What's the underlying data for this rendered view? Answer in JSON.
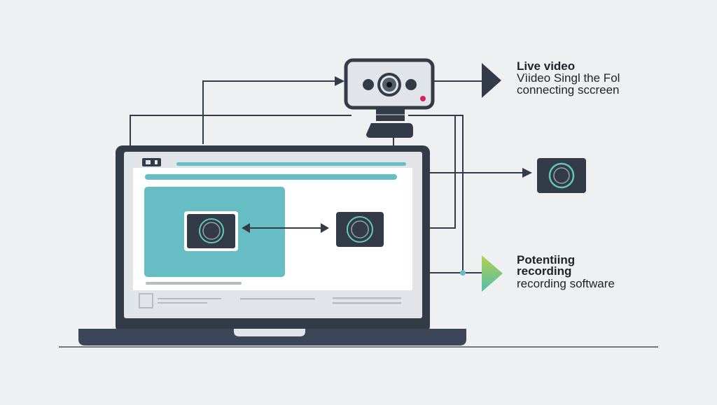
{
  "colors": {
    "dark": "#333a48",
    "teal": "#67bdc4",
    "screen": "#e1e4e9",
    "recording_dot": "#d6245a",
    "ring": "#5fcbb2"
  },
  "icons": [
    "webcam-icon",
    "laptop-icon",
    "camera-icon",
    "arrow-icon"
  ],
  "live_video": {
    "title": "Live video",
    "line1": "Vìideo Singl the Fol",
    "line2": "connecting sccreen"
  },
  "recording": {
    "title_line1": "Potentiing",
    "title_line2": "recording",
    "line3": "recording software"
  }
}
